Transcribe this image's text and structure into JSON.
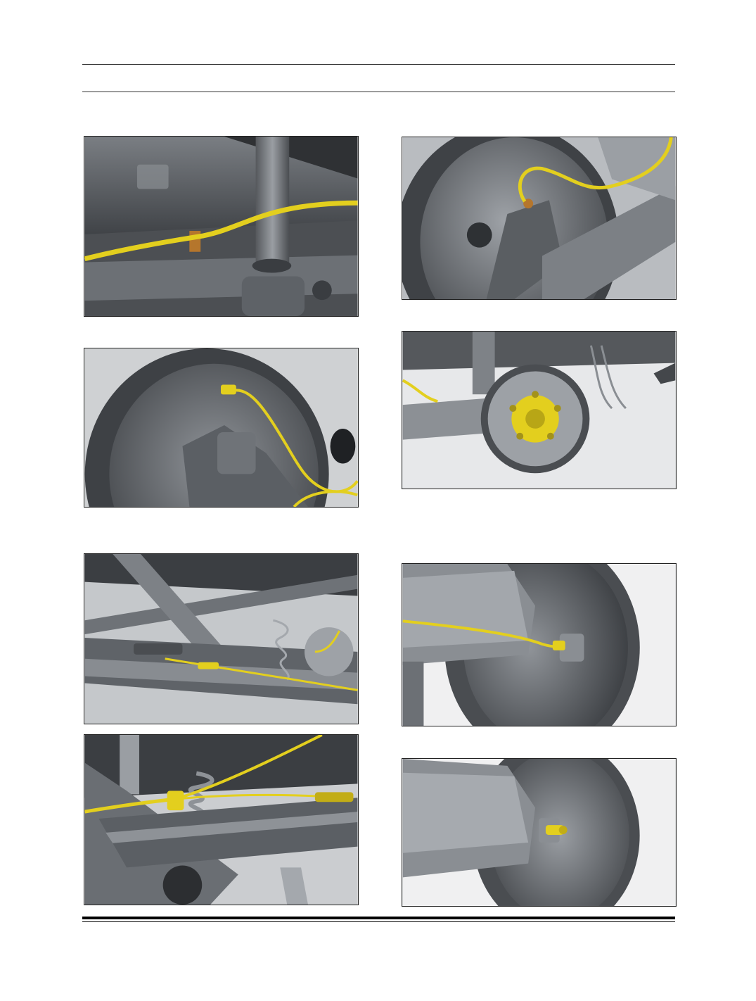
{
  "page": {
    "header_text": "",
    "footer_text": ""
  },
  "figures": [
    {
      "id": "fig-1",
      "subject": "rear-axle-cable-bracket-icon"
    },
    {
      "id": "fig-2",
      "subject": "brake-backing-plate-cable-icon"
    },
    {
      "id": "fig-3",
      "subject": "drum-backing-plate-cable-icon"
    },
    {
      "id": "fig-4",
      "subject": "wheel-hub-flange-icon"
    },
    {
      "id": "fig-5",
      "subject": "parking-brake-cable-run-icon"
    },
    {
      "id": "fig-6",
      "subject": "backing-plate-cable-entry-icon"
    },
    {
      "id": "fig-7",
      "subject": "cable-equalizer-icon"
    },
    {
      "id": "fig-8",
      "subject": "cable-end-fitting-icon"
    }
  ],
  "colors": {
    "cable": "#e3cf1e",
    "metal_dark": "#3e4145",
    "metal_mid": "#6b6f74",
    "metal_light": "#a9adb2",
    "background": "#d9dadb"
  }
}
